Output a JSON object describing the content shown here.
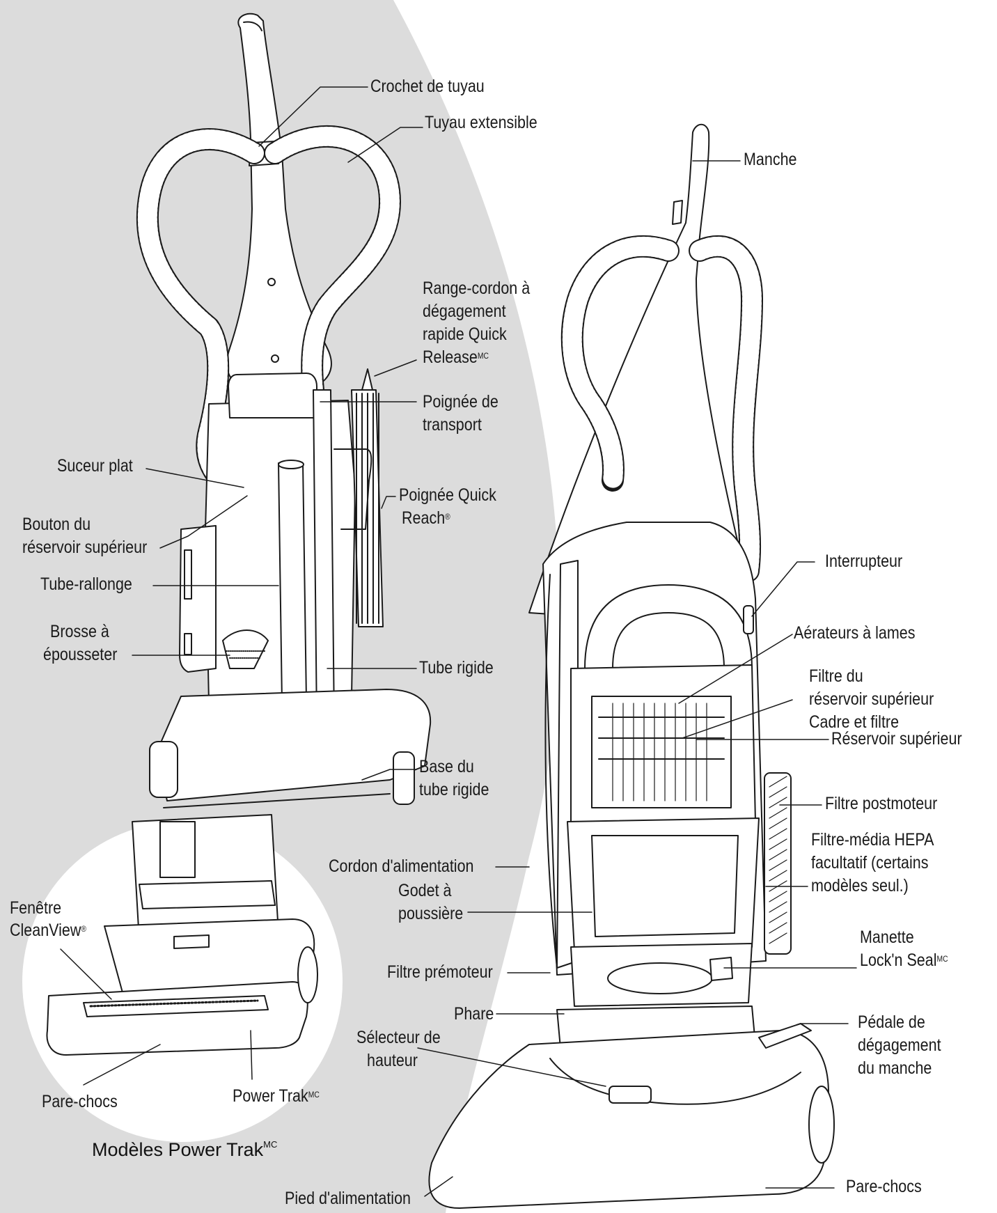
{
  "labels": {
    "crochet": "Crochet de tuyau",
    "tuyau": "Tuyau extensible",
    "manche": "Manche",
    "range_cordon_1": "Range-cordon à",
    "range_cordon_2": "dégagement",
    "range_cordon_3": "rapide Quick",
    "range_cordon_4": "Release",
    "poignee_transport_1": "Poignée de",
    "poignee_transport_2": "transport",
    "suceur": "Suceur plat",
    "poignee_qr_1": "Poignée Quick",
    "poignee_qr_2": "Reach",
    "bouton_1": "Bouton du",
    "bouton_2": "réservoir supérieur",
    "tube_rallonge": "Tube-rallonge",
    "interrupteur": "Interrupteur",
    "brosse_1": "Brosse à",
    "brosse_2": "épousseter",
    "aerateurs": "Aérateurs à lames",
    "tube_rigide": "Tube rigide",
    "filtre_res_1": "Filtre du",
    "filtre_res_2": "réservoir supérieur",
    "filtre_res_3": "Cadre et filtre",
    "reservoir_sup": "Réservoir supérieur",
    "base_1": "Base du",
    "base_2": "tube rigide",
    "filtre_post": "Filtre postmoteur",
    "hepa_1": "Filtre-média HEPA",
    "hepa_2": "facultatif (certains",
    "hepa_3": "modèles seul.)",
    "cordon": "Cordon d'alimentation",
    "godet_1": "Godet à",
    "godet_2": "poussière",
    "fenetre_1": "Fenêtre",
    "fenetre_2": "CleanView",
    "manette_1": "Manette",
    "manette_2": "Lock'n Seal",
    "filtre_pre": "Filtre prémoteur",
    "phare": "Phare",
    "pedale_1": "Pédale de",
    "pedale_2": "dégagement",
    "pedale_3": "du manche",
    "selecteur_1": "Sélecteur de",
    "selecteur_2": "hauteur",
    "pare_chocs_left": "Pare-chocs",
    "power_trak": "Power Trak",
    "pare_chocs_right": "Pare-chocs",
    "pied": "Pied d'alimentation"
  },
  "marks": {
    "mc": "MC",
    "reg": "®"
  },
  "caption": {
    "text": "Modèles Power Trak",
    "mark": "MC"
  },
  "colors": {
    "background_shape": "#dcdcdc",
    "circle": "#ffffff",
    "line": "#1a1a1a"
  }
}
